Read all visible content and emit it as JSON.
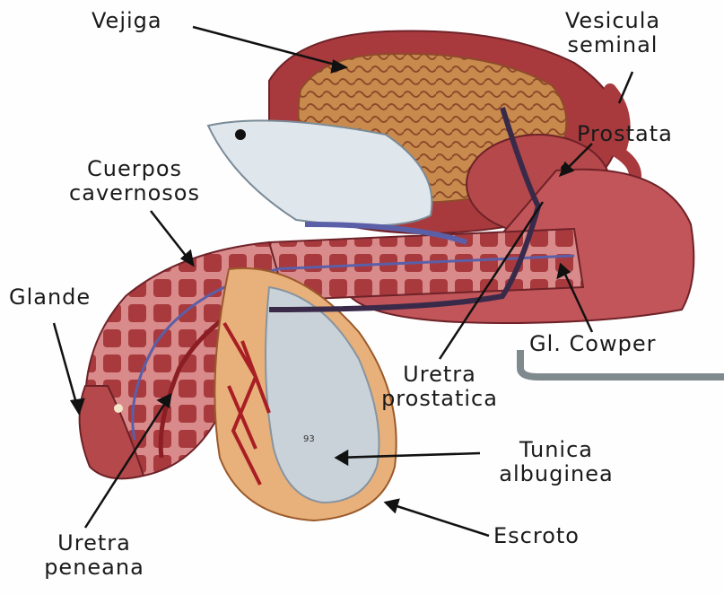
{
  "labels": {
    "vejiga": "Vejiga",
    "vesicula_1": "Vesicula",
    "vesicula_2": "seminal",
    "prostata": "Prostata",
    "cuerpos_1": "Cuerpos",
    "cuerpos_2": "cavernosos",
    "glande": "Glande",
    "cowper": "Gl. Cowper",
    "uretra_prostatica_1": "Uretra",
    "uretra_prostatica_2": "prostatica",
    "tunica_1": "Tunica",
    "tunica_2": "albuginea",
    "escroto": "Escroto",
    "uretra_peneana_1": "Uretra",
    "uretra_peneana_2": "peneana"
  },
  "model_tag": "93",
  "colors": {
    "tissue": "#a83a3e",
    "tissue_light": "#d98a8a",
    "bladder_inner": "#c98a4e",
    "testis": "#c9d2d8",
    "skin": "#e8b07a",
    "vein": "#5b5fa8",
    "line": "#111111"
  }
}
